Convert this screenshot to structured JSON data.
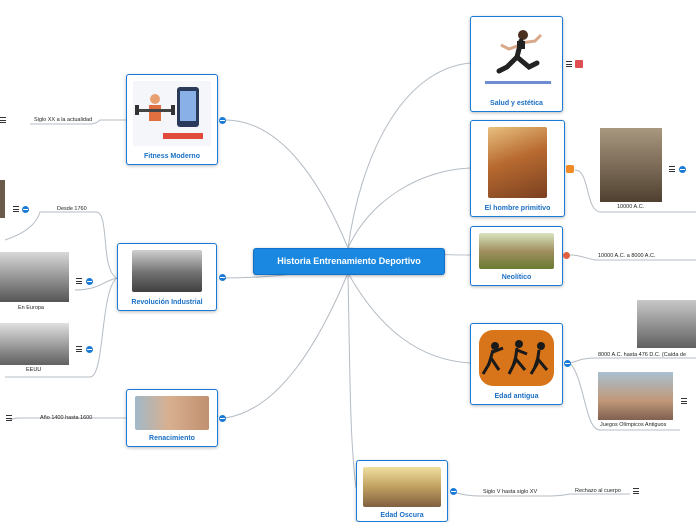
{
  "central": {
    "label": "Historia Entrenamiento Deportivo"
  },
  "nodes": {
    "salud": "Salud y estética",
    "primitivo": "El hombre primitivo",
    "neolitico": "Neolítico",
    "antigua": "Edad antigua",
    "oscura": "Edad Oscura",
    "fitness": "Fitness Moderno",
    "revolucion": "Revolución Industrial",
    "renacimiento": "Renacimiento"
  },
  "subtopics": {
    "fitness_period": "Siglo XX a la actualidad",
    "revolucion_period": "Desde 1760",
    "revolucion_europa": "En Europa",
    "revolucion_eeuu": "EEUU",
    "renacimiento_period": "Año 1400 hasta 1600",
    "primitivo_period": "10000 A.C.",
    "neolitico_period": "10000 A.C. a 8000 A.C.",
    "antigua_period": "8000 A.C. hasta 476 D.C. (Caída de",
    "antigua_juegos": "Juegos Olímpicos Antiguos",
    "oscura_period": "Siglo V hasta siglo XV",
    "oscura_rechazo": "Rechazo al cuerpo"
  },
  "colors": {
    "accent": "#1a88e0",
    "border": "#1a7bd6",
    "link": "#b0b8c0",
    "label": "#1a6fc4"
  }
}
